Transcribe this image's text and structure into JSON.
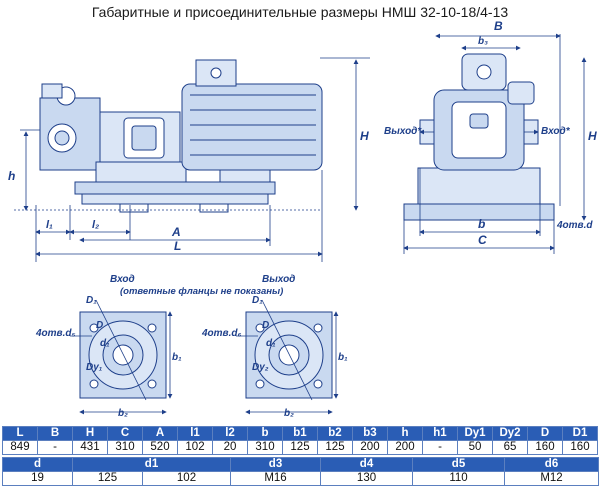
{
  "title": "Габаритные и присоединительные размеры НМШ 32-10-18/4-13",
  "side_view": {
    "labels": {
      "H": "H",
      "h": "h",
      "l1": "l₁",
      "l2": "l₂",
      "A": "A",
      "L": "L"
    }
  },
  "front_view": {
    "labels": {
      "B": "B",
      "b3": "b₃",
      "H": "H",
      "outlet_left": "Выход*",
      "outlet_right": "Вход*",
      "b": "b",
      "holes": "4отв.d",
      "C": "C"
    }
  },
  "flange_left": {
    "caption_line1": "Вход",
    "caption_line2": "(ответные фланцы не показаны)",
    "labels": {
      "D1": "D₁",
      "D": "D",
      "d1": "d₁",
      "Dy": "Dy₁",
      "holes": "4отв.d₅",
      "b1": "b₁",
      "b2": "b₂"
    }
  },
  "flange_right": {
    "caption_line1": "Выход",
    "labels": {
      "D1": "D₁",
      "D": "D",
      "d1": "d₁",
      "Dy": "Dy₂",
      "holes": "4отв.d₆",
      "b1": "b₁",
      "b2": "b₂"
    }
  },
  "table1": {
    "headers": [
      "L",
      "B",
      "H",
      "C",
      "A",
      "l1",
      "l2",
      "b",
      "b1",
      "b2",
      "b3",
      "h",
      "h1",
      "Dy1",
      "Dy2",
      "D",
      "D1"
    ],
    "values": [
      "849",
      "-",
      "431",
      "310",
      "520",
      "102",
      "20",
      "310",
      "125",
      "125",
      "200",
      "200",
      "-",
      "50",
      "65",
      "160",
      "160"
    ]
  },
  "table2": {
    "headers": [
      "d",
      "d1",
      "d3",
      "d4",
      "d5",
      "d6"
    ],
    "values": [
      "19",
      "125",
      "102",
      "M16",
      "130",
      "110",
      "M12"
    ]
  },
  "colors": {
    "line": "#1e3f8a",
    "fill": "#c9d9f0",
    "header": "#2a5db5"
  }
}
